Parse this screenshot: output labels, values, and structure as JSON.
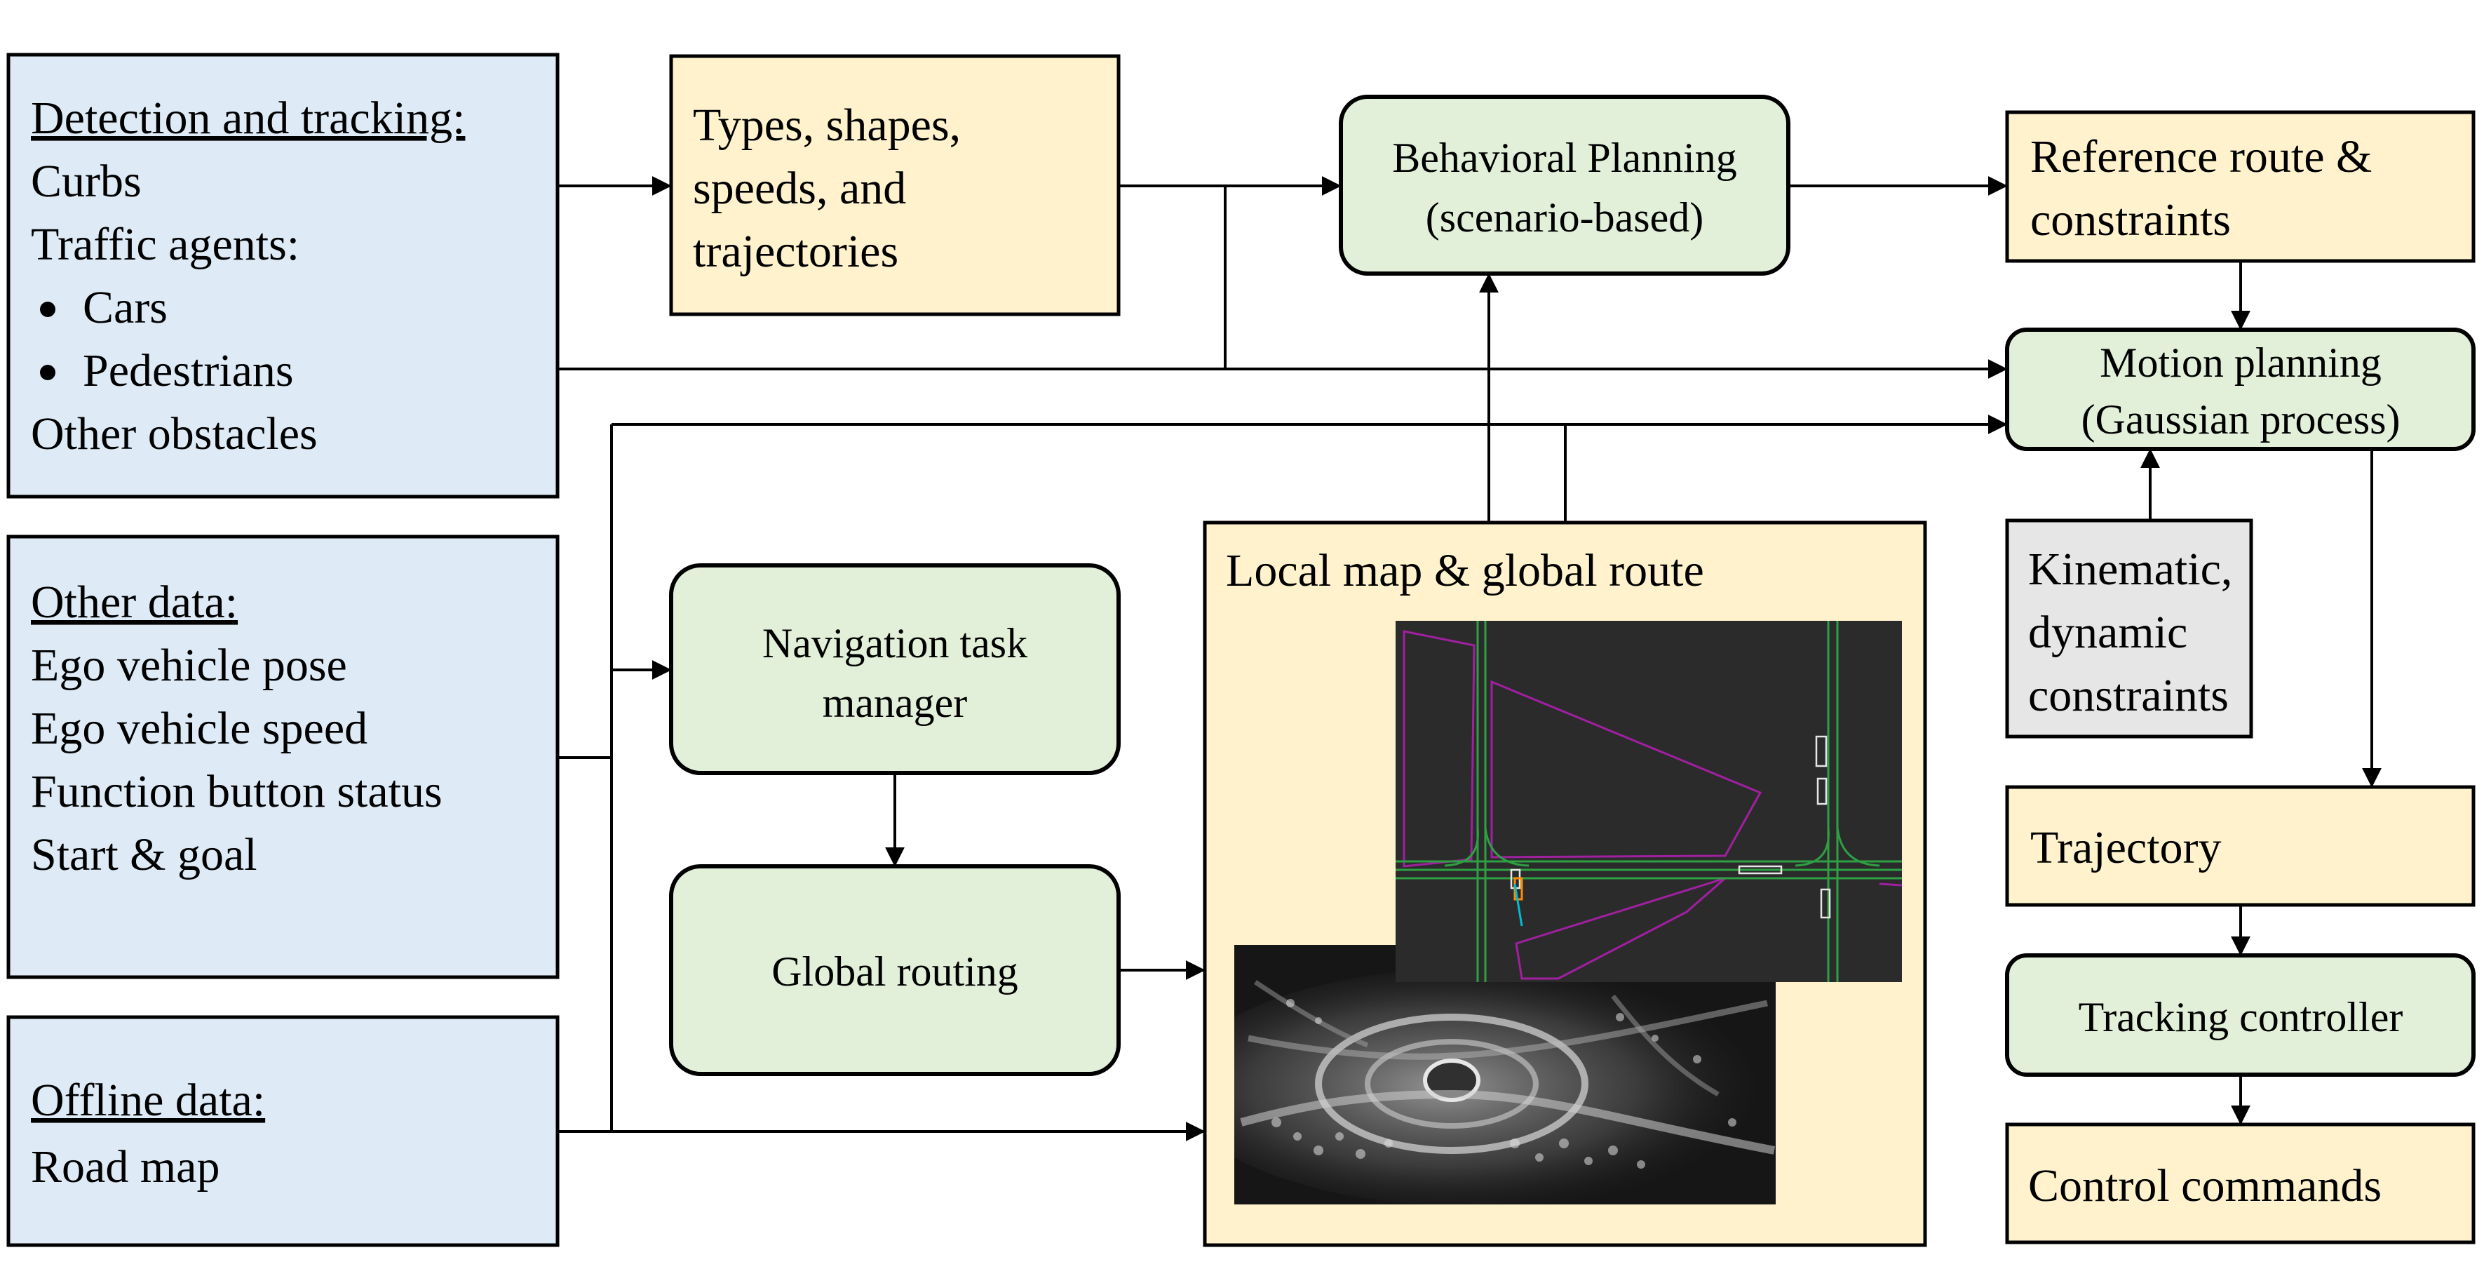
{
  "detection": {
    "title": "Detection and tracking:",
    "lines": [
      "Curbs",
      "Traffic agents:",
      "Cars",
      "Pedestrians",
      "Other obstacles"
    ]
  },
  "other_data": {
    "title": "Other data:",
    "lines": [
      "Ego vehicle pose",
      "Ego vehicle speed",
      "Function button status",
      "Start & goal"
    ]
  },
  "offline_data": {
    "title": "Offline data:",
    "lines": [
      "Road map"
    ]
  },
  "types_box": {
    "lines": [
      "Types, shapes,",
      "speeds, and",
      "trajectories"
    ]
  },
  "behavioral_planning": {
    "lines": [
      "Behavioral Planning",
      "(scenario-based)"
    ]
  },
  "reference_route": {
    "lines": [
      "Reference route &",
      "constraints"
    ]
  },
  "motion_planning": {
    "lines": [
      "Motion planning",
      "(Gaussian process)"
    ]
  },
  "kinematic": {
    "lines": [
      "Kinematic,",
      "dynamic",
      "constraints"
    ]
  },
  "navigation_task_manager": {
    "lines": [
      "Navigation task",
      "manager"
    ]
  },
  "global_routing": {
    "label": "Global routing"
  },
  "local_map": {
    "title": "Local map & global route"
  },
  "trajectory": {
    "label": "Trajectory"
  },
  "tracking_controller": {
    "label": "Tracking controller"
  },
  "control_commands": {
    "label": "Control commands"
  },
  "colors": {
    "input": "#deebf7",
    "output": "#fff2cc",
    "process": "#e2f0d9",
    "constraint": "#e7e6e6",
    "map_background": "#2b2b2b",
    "route_green": "#2ea043",
    "boundary_magenta": "#a020a0"
  }
}
